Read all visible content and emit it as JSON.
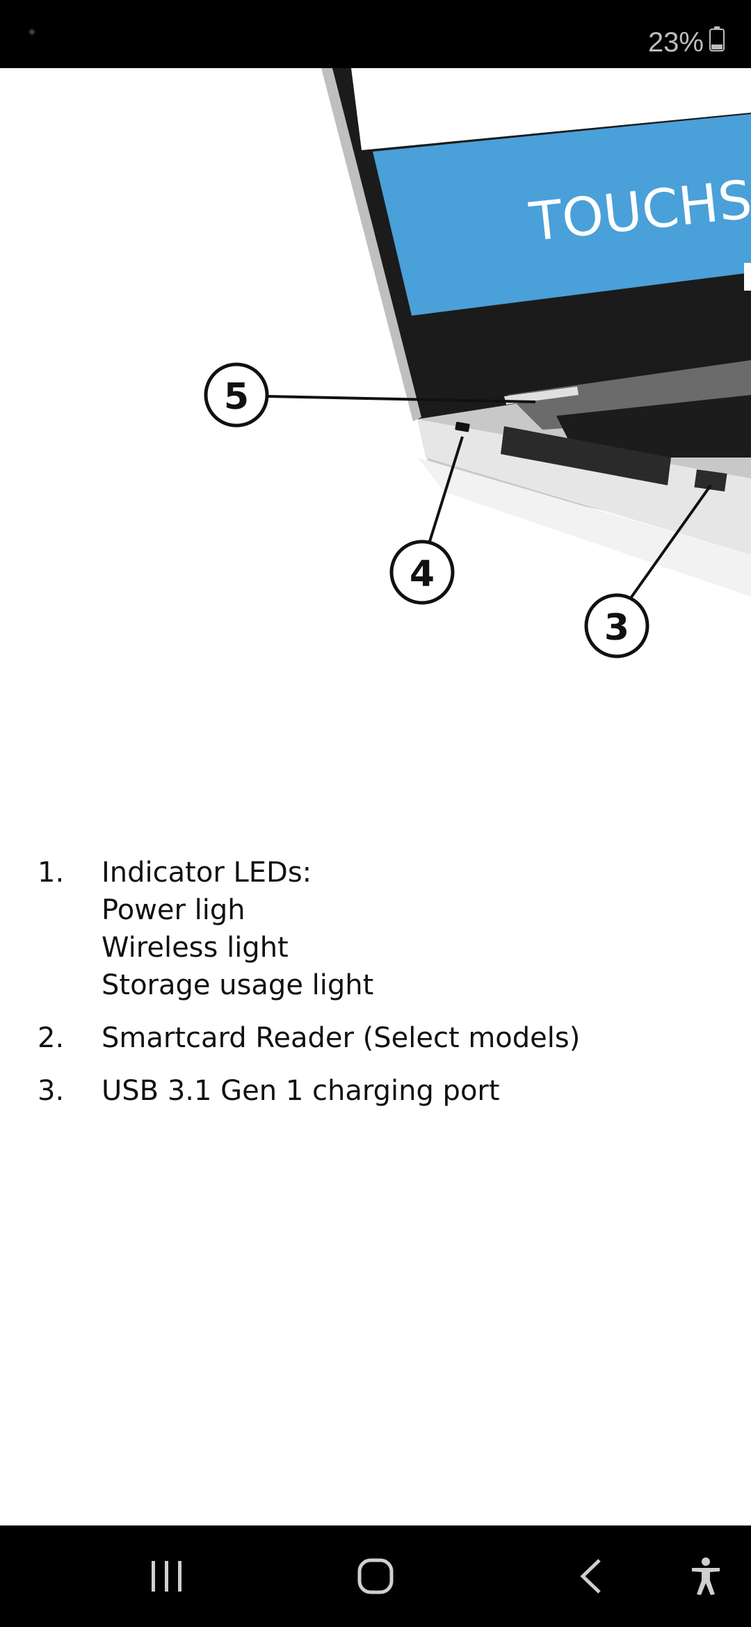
{
  "status_bar": {
    "battery_percent": "23%",
    "battery_icon": "battery-icon"
  },
  "illustration": {
    "screen_text": "TOUCHSCR",
    "callouts": [
      "5",
      "4",
      "3"
    ]
  },
  "list": [
    {
      "number": "1.",
      "lines": [
        "Indicator LEDs:",
        "Power ligh",
        "Wireless light",
        "Storage usage light"
      ]
    },
    {
      "number": "2.",
      "lines": [
        "Smartcard Reader (Select models)"
      ]
    },
    {
      "number": "3.",
      "lines": [
        "USB 3.1 Gen 1 charging port"
      ]
    }
  ],
  "nav_bar": {
    "recents_icon": "recents-icon",
    "home_icon": "home-icon",
    "back_icon": "back-icon",
    "accessibility_icon": "accessibility-icon"
  },
  "colors": {
    "screen_blue": "#4aa0d8",
    "bar_black": "#000000",
    "status_text": "#bdbdbd"
  }
}
